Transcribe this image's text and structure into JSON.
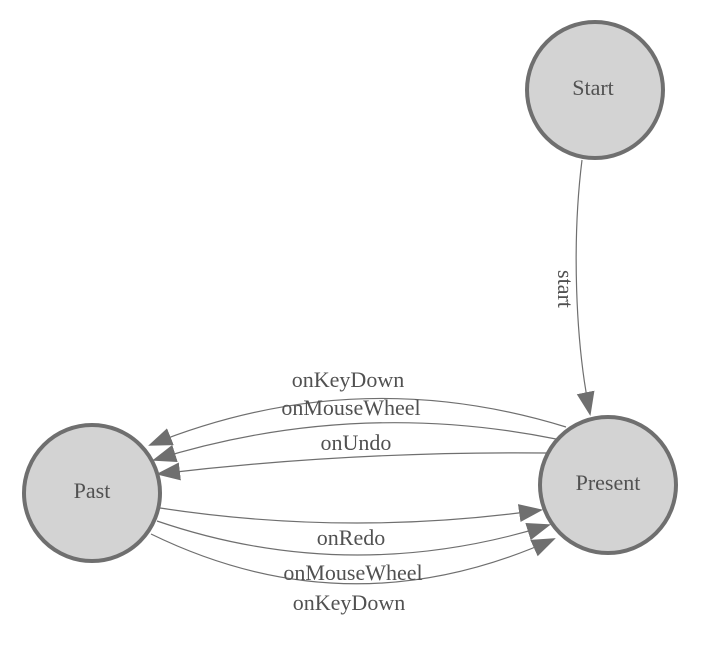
{
  "diagram": {
    "colors": {
      "background": "#ffffff",
      "node_fill": "#d3d3d3",
      "node_stroke": "#6f6f6f",
      "edge_stroke": "#6f6f6f",
      "arrow_fill": "#6f6f6f",
      "label_text": "#515151"
    },
    "nodes": [
      {
        "id": "start",
        "label": "Start"
      },
      {
        "id": "past",
        "label": "Past"
      },
      {
        "id": "present",
        "label": "Present"
      }
    ],
    "edges": [
      {
        "from": "start",
        "to": "present",
        "label": "start"
      },
      {
        "from": "present",
        "to": "past",
        "label": "onKeyDown"
      },
      {
        "from": "present",
        "to": "past",
        "label": "onMouseWheel"
      },
      {
        "from": "present",
        "to": "past",
        "label": "onUndo"
      },
      {
        "from": "past",
        "to": "present",
        "label": "onRedo"
      },
      {
        "from": "past",
        "to": "present",
        "label": "onMouseWheel"
      },
      {
        "from": "past",
        "to": "present",
        "label": "onKeyDown"
      }
    ]
  }
}
